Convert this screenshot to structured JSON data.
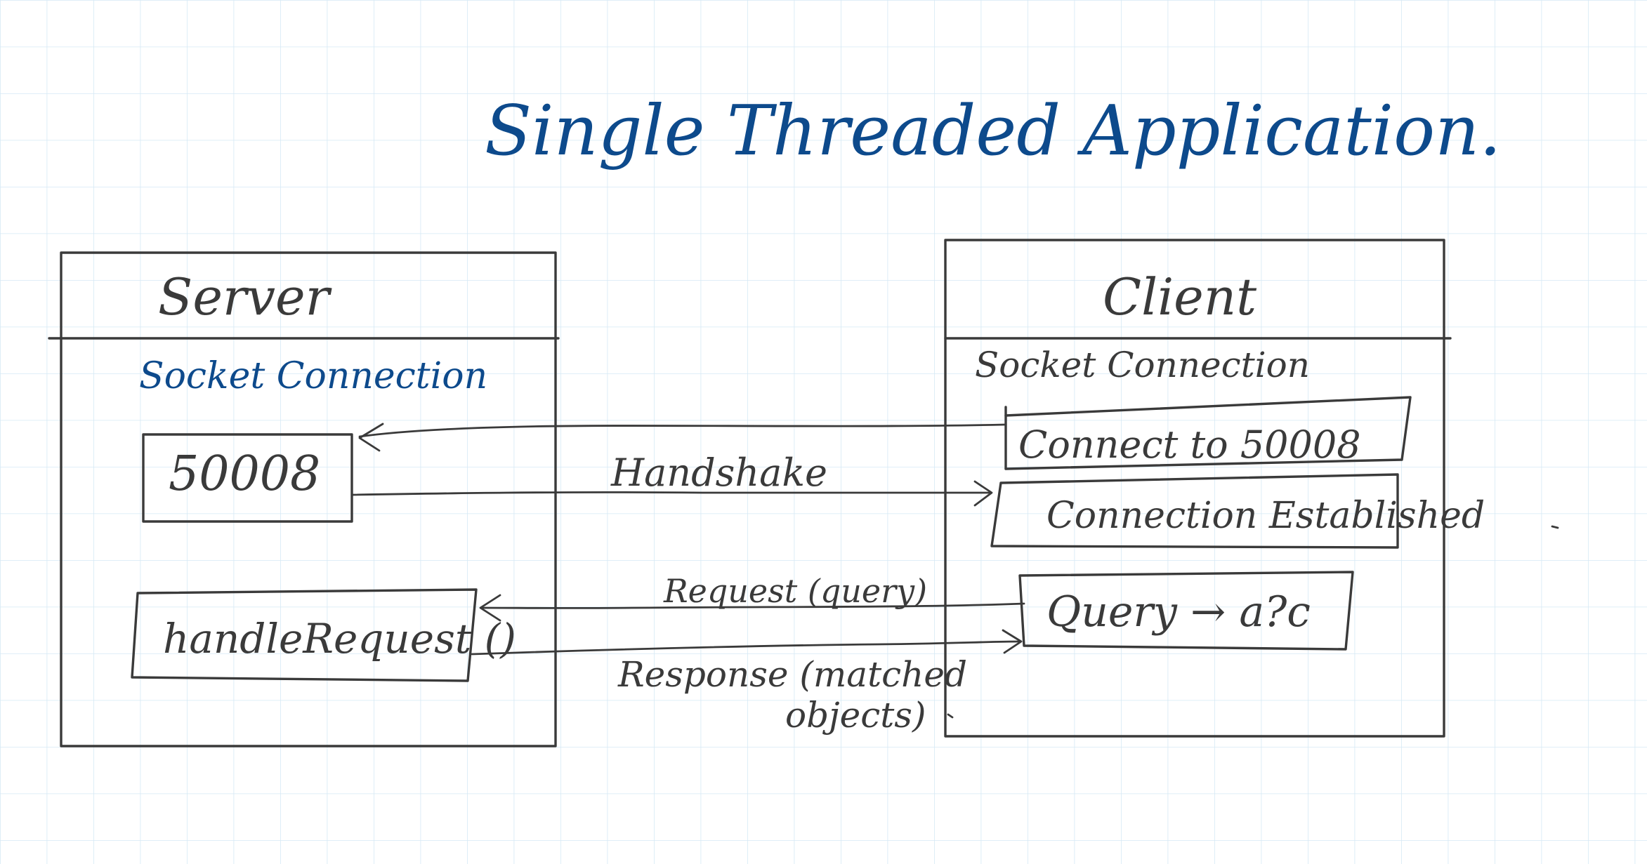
{
  "title": "Single Threaded Application.",
  "server": {
    "label": "Server",
    "socket_label": "Socket Connection",
    "port": "50008",
    "handler": "handleRequest ()"
  },
  "client": {
    "label": "Client",
    "socket_label": "Socket Connection",
    "connect": "Connect to 50008",
    "established": "Connection Established",
    "query": "Query → a?c"
  },
  "edges": {
    "handshake": "Handshake",
    "request": "Request (query)",
    "response_line1": "Response (matched",
    "response_line2": "objects)"
  },
  "colors": {
    "ink": "#3a3a3a",
    "title_ink": "#0d4a8c",
    "grid": "#d6e9f5"
  }
}
